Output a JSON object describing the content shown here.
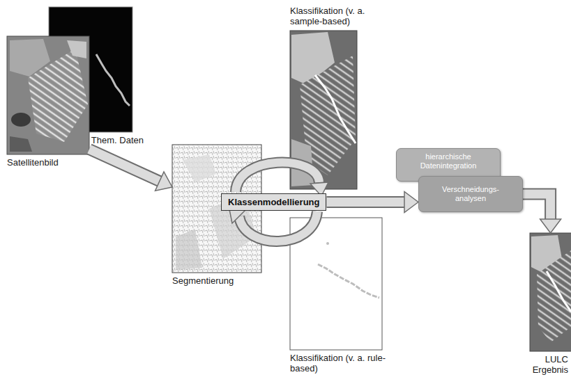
{
  "diagram": {
    "nodes": [
      {
        "text": [
          "Satellitenbild"
        ]
      },
      {
        "text": [
          "Them. Daten"
        ]
      },
      {
        "text": [
          "Segmentierung"
        ]
      },
      {
        "text": [
          "Klassenmodellierung"
        ]
      },
      {
        "text": [
          "Klassifikation (v. a. sample-based)"
        ]
      },
      {
        "text": [
          "Klassifikation (v. a. rule-based)"
        ]
      },
      {
        "text": [
          "hierarchische Datenintegration"
        ]
      },
      {
        "text": [
          "Verschneidungs- analysen"
        ]
      },
      {
        "text": [
          "LULC Ergebnis"
        ]
      }
    ],
    "edges": [
      {
        "from": 0,
        "to": 2,
        "arrow": "to"
      },
      {
        "from": 3,
        "to": 7,
        "arrow": "to"
      },
      {
        "from": 7,
        "to": 8,
        "arrow": "to"
      }
    ]
  }
}
